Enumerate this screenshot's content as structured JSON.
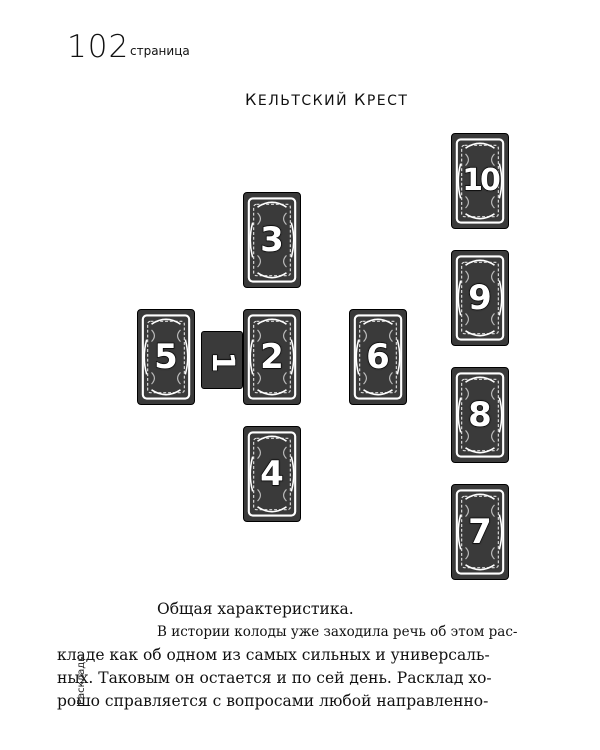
{
  "header": {
    "page_number": "102",
    "page_word": "страница"
  },
  "spread": {
    "title_first": "К",
    "title_rest_1": "ЕЛЬТСКИЙ ",
    "title_second": "К",
    "title_rest_2": "РЕСТ"
  },
  "cards": {
    "c1": "1",
    "c2": "2",
    "c3": "3",
    "c4": "4",
    "c5": "5",
    "c6": "6",
    "c7": "7",
    "c8": "8",
    "c9": "9",
    "c10": "10"
  },
  "body": {
    "heading": "Общая характеристика.",
    "paragraph": "В истории колоды уже заходила речь об этом раскладе как об одном из самых сильных и универсальных. Таковым он остается и по сей день. Расклад хорошо справляется с вопросами любой направленно-",
    "line1": "В истории колоды уже заходила речь об этом рас-",
    "line2": "кладе как об одном из самых сильных и универсаль-",
    "line3": "ных. Таковым он остается и по сей день. Расклад хо-",
    "line4": "рошо справляется с вопросами любой направленно-"
  },
  "side_label": "Расклады",
  "colors": {
    "card_back": "#3a3a3a",
    "card_frame": "#ffffff",
    "text": "#111111"
  }
}
